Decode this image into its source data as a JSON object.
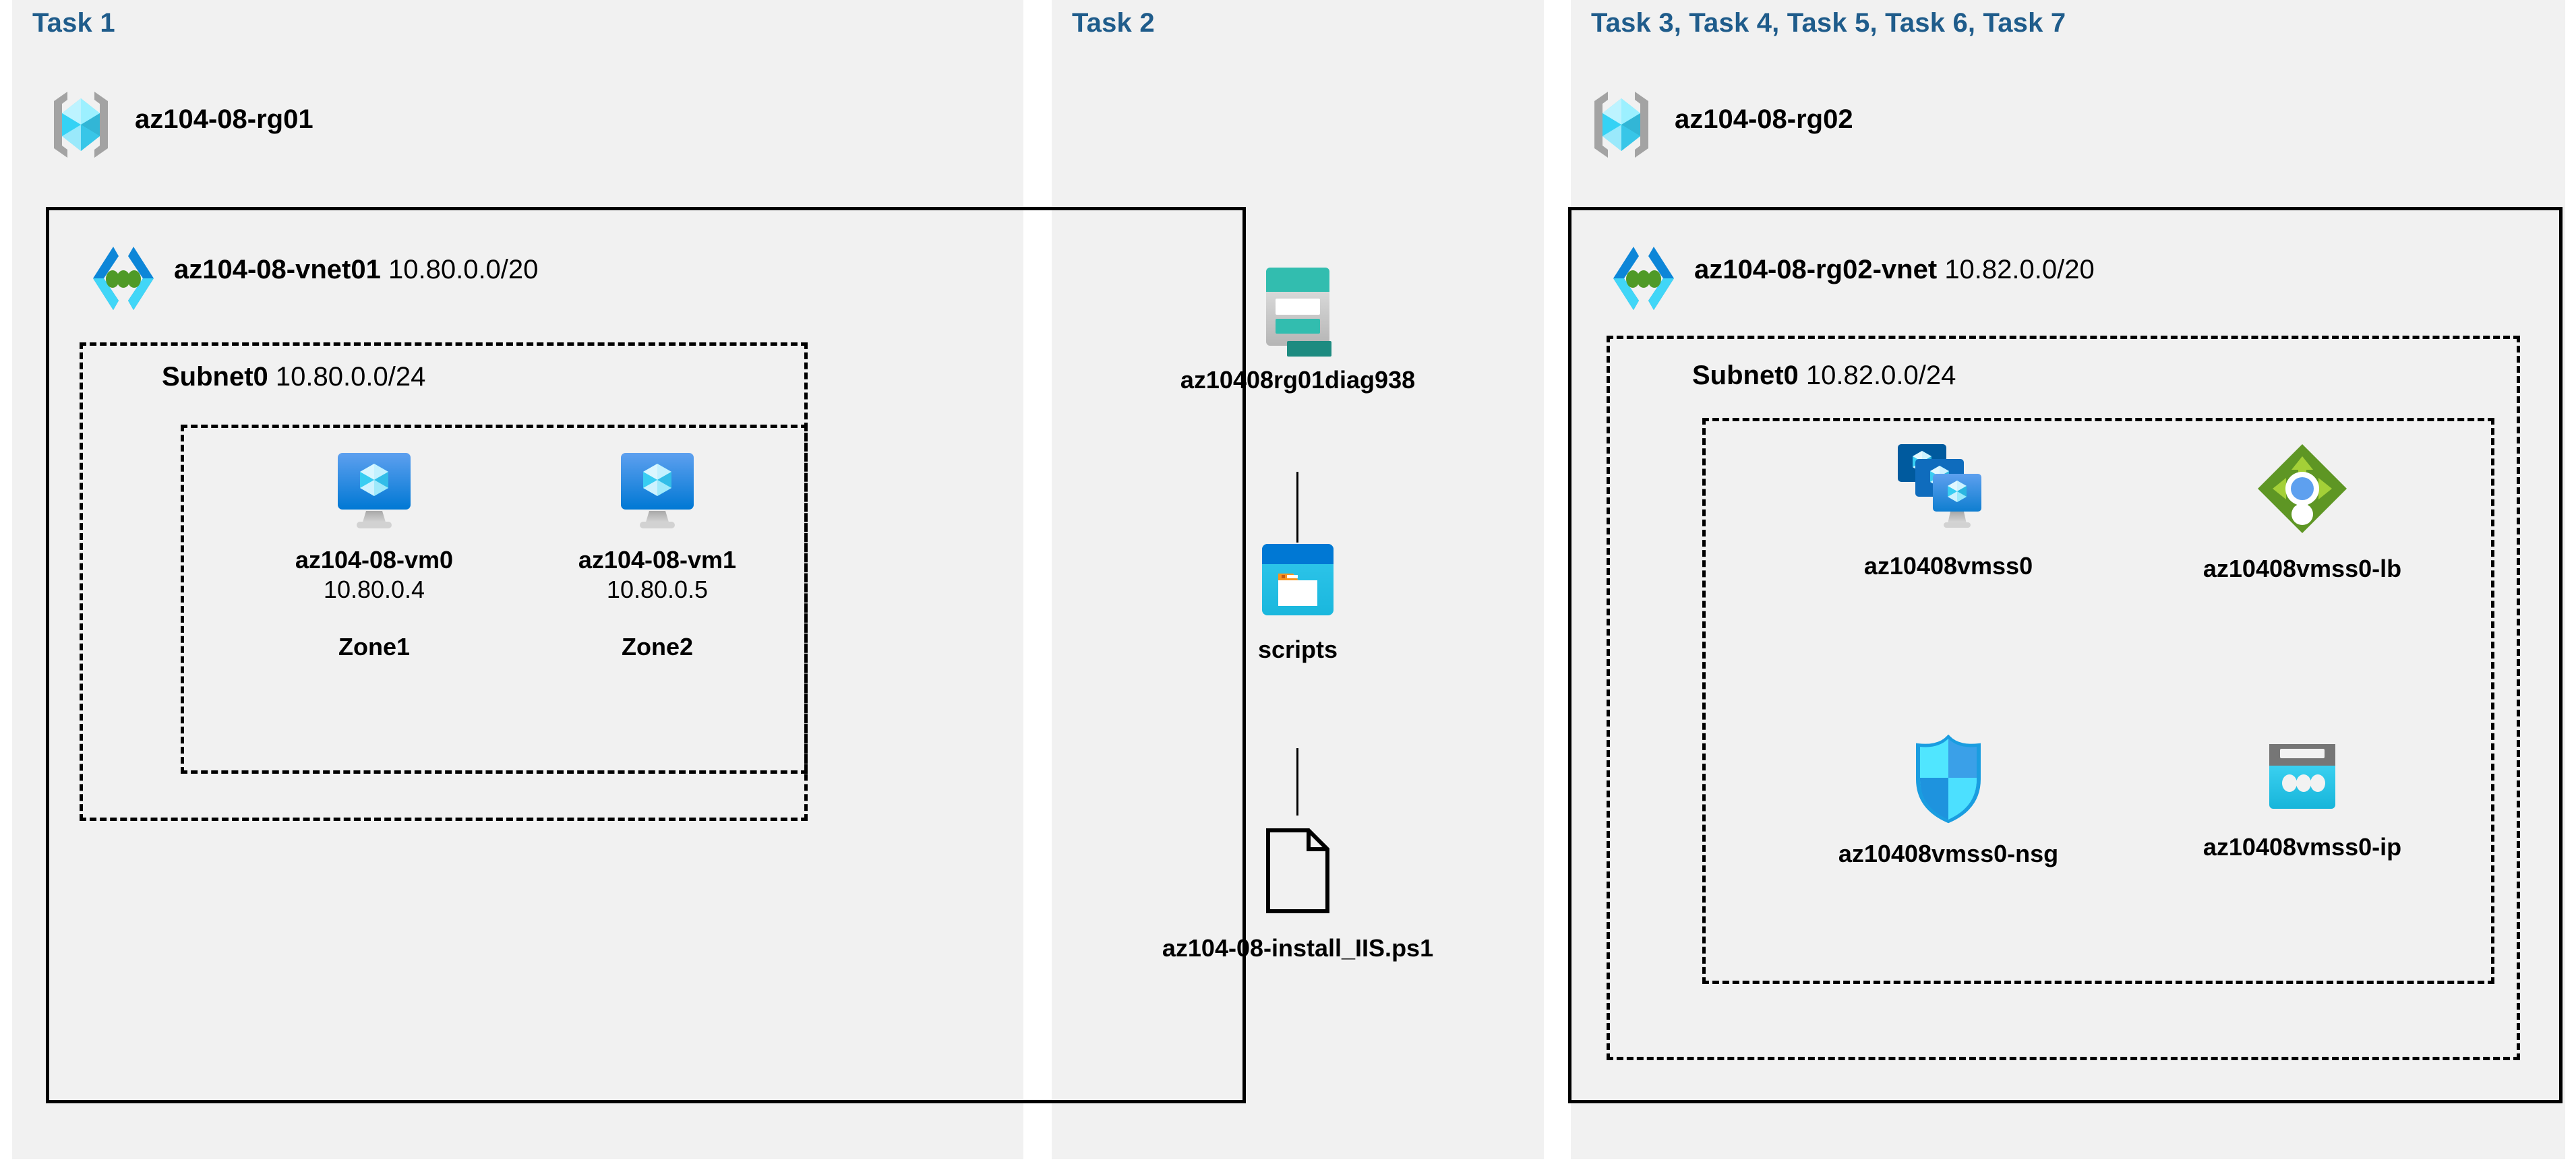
{
  "diagram": {
    "title_color": "#1f5c8b",
    "panel_bg": "#f1f1f1",
    "columns": [
      {
        "id": "task1",
        "task_label": "Task 1",
        "resource_group": {
          "name": "az104-08-rg01",
          "icon": "resource-group-icon"
        },
        "vnet": {
          "name": "az104-08-vnet01",
          "cidr": "10.80.0.0/20",
          "icon": "virtual-network-icon"
        },
        "subnet": {
          "name": "Subnet0",
          "cidr": "10.80.0.0/24"
        },
        "vms": [
          {
            "name": "az104-08-vm0",
            "ip": "10.80.0.4",
            "zone": "Zone1",
            "icon": "virtual-machine-icon"
          },
          {
            "name": "az104-08-vm1",
            "ip": "10.80.0.5",
            "zone": "Zone2",
            "icon": "virtual-machine-icon"
          }
        ]
      },
      {
        "id": "task2",
        "task_label": "Task 2",
        "items": [
          {
            "name": "az10408rg01diag938",
            "icon": "storage-account-icon"
          },
          {
            "name": "scripts",
            "icon": "blob-container-icon"
          },
          {
            "name": "az104-08-install_IIS.ps1",
            "icon": "script-file-icon"
          }
        ]
      },
      {
        "id": "task3",
        "task_label": "Task 3, Task 4, Task 5, Task 6, Task 7",
        "resource_group": {
          "name": "az104-08-rg02",
          "icon": "resource-group-icon"
        },
        "vnet": {
          "name": "az104-08-rg02-vnet",
          "cidr": "10.82.0.0/20",
          "icon": "virtual-network-icon"
        },
        "subnet": {
          "name": "Subnet0",
          "cidr": "10.82.0.0/24"
        },
        "resources": [
          {
            "name": "az10408vmss0",
            "icon": "vm-scale-set-icon"
          },
          {
            "name": "az10408vmss0-lb",
            "icon": "load-balancer-icon"
          },
          {
            "name": "az10408vmss0-nsg",
            "icon": "network-security-group-icon"
          },
          {
            "name": "az10408vmss0-ip",
            "icon": "public-ip-address-icon"
          }
        ]
      }
    ],
    "colors": {
      "task_title": "#1f5c8b",
      "panel_background": "#f1f1f1",
      "box_border": "#000000",
      "vm_blue": "#2a8cdd",
      "vnet_blue": "#0d86d8",
      "vnet_cyan": "#41d6f7",
      "vnet_green": "#4f9a27",
      "rg_cyan": "#50e6ff",
      "rg_gray": "#9e9e9e",
      "storage_teal": "#32bdaf",
      "blob_blue": "#0078d4",
      "blob_cyan": "#32c8ed",
      "blob_orange": "#f7941e",
      "lb_green": "#5e9624",
      "lb_light_green": "#a4d037",
      "lb_dot_blue": "#5ea0ef",
      "nsg_cyan": "#50e6ff",
      "nsg_blue": "#3aa0e8",
      "ip_gray": "#767676",
      "ip_cyan": "#32c8ed"
    }
  }
}
